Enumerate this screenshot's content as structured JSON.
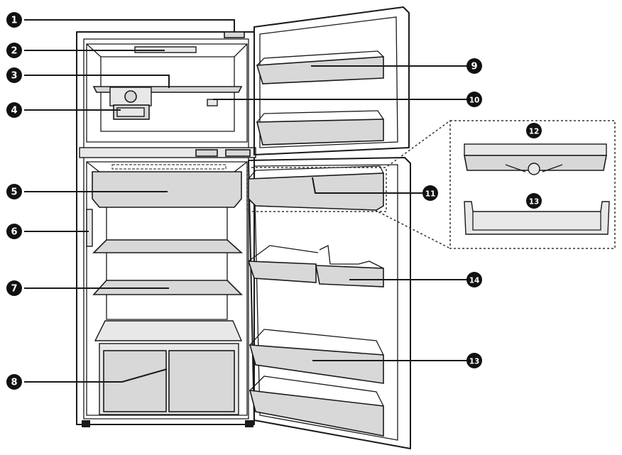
{
  "figure": {
    "colors": {
      "line": "#1a1a1a",
      "panel": "#d8d8d8",
      "panel_light": "#e6e6e6",
      "badge": "#111111",
      "badge_text": "#ffffff",
      "dash": "#333333"
    },
    "labels": [
      {
        "n": "1",
        "part": "top-control-panel"
      },
      {
        "n": "2",
        "part": "freezer-light"
      },
      {
        "n": "3",
        "part": "freezer-shelf"
      },
      {
        "n": "4",
        "part": "ice-maker"
      },
      {
        "n": "5",
        "part": "fridge-drawer"
      },
      {
        "n": "6",
        "part": "fridge-light"
      },
      {
        "n": "7",
        "part": "fridge-shelf"
      },
      {
        "n": "8",
        "part": "vegetable-crisper"
      },
      {
        "n": "9",
        "part": "freezer-door-bin"
      },
      {
        "n": "10",
        "part": "freezer-sensor"
      },
      {
        "n": "11",
        "part": "dairy-compartment"
      },
      {
        "n": "12",
        "part": "dairy-cover"
      },
      {
        "n": "13",
        "part": "door-bin"
      },
      {
        "n": "14",
        "part": "egg-tray"
      }
    ],
    "detail_labels": [
      {
        "n": "12",
        "part": "detail-dairy-cover"
      },
      {
        "n": "13",
        "part": "detail-door-bin"
      }
    ]
  }
}
